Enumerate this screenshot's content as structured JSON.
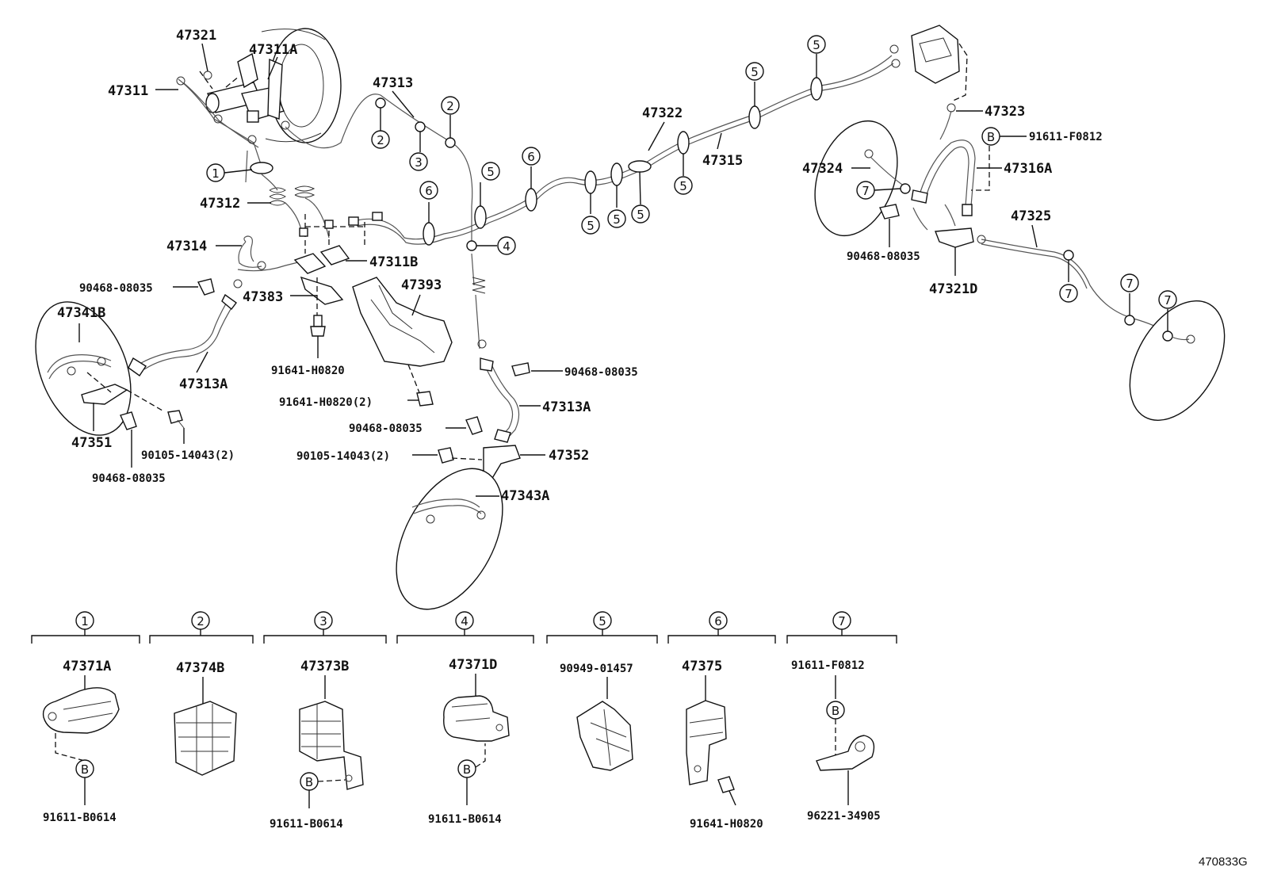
{
  "diagram": {
    "code": "470833G",
    "labels": {
      "p47321": "47321",
      "p47311A": "47311A",
      "p47311": "47311",
      "p47313": "47313",
      "p47312": "47312",
      "p47314": "47314",
      "p47311B": "47311B",
      "p47383": "47383",
      "p47393": "47393",
      "p47341B": "47341B",
      "p47313A_left": "47313A",
      "p47351": "47351",
      "p47313A_mid": "47313A",
      "p47352": "47352",
      "p47343A": "47343A",
      "p47322": "47322",
      "p47315": "47315",
      "p47323": "47323",
      "p47324": "47324",
      "p47316A": "47316A",
      "p47325": "47325",
      "p47321D": "47321D",
      "c90468_a": "90468-08035",
      "c90468_b": "90468-08035",
      "c90468_c": "90468-08035",
      "c90468_d": "90468-08035",
      "c90468_e": "90468-08035",
      "c91641_a": "91641-H0820",
      "c91641_b": "91641-H0820(2)",
      "c90105_a": "90105-14043(2)",
      "c90105_b": "90105-14043(2)",
      "c91611_f": "91611-F0812"
    },
    "callouts": [
      "1",
      "2",
      "3",
      "4",
      "5",
      "6",
      "7",
      "B"
    ],
    "legend": [
      {
        "num": "1",
        "part": "47371A",
        "sub_marker": "B",
        "sub_part": "91611-B0614"
      },
      {
        "num": "2",
        "part": "47374B",
        "sub_marker": "",
        "sub_part": ""
      },
      {
        "num": "3",
        "part": "47373B",
        "sub_marker": "B",
        "sub_part": "91611-B0614"
      },
      {
        "num": "4",
        "part": "47371D",
        "sub_marker": "B",
        "sub_part": "91611-B0614"
      },
      {
        "num": "5",
        "part": "90949-01457",
        "sub_marker": "",
        "sub_part": ""
      },
      {
        "num": "6",
        "part": "47375",
        "sub_marker": "",
        "sub_part": "91641-H0820"
      },
      {
        "num": "7",
        "part": "91611-F0812",
        "sub_marker": "B",
        "sub_part": "96221-34905"
      }
    ]
  }
}
